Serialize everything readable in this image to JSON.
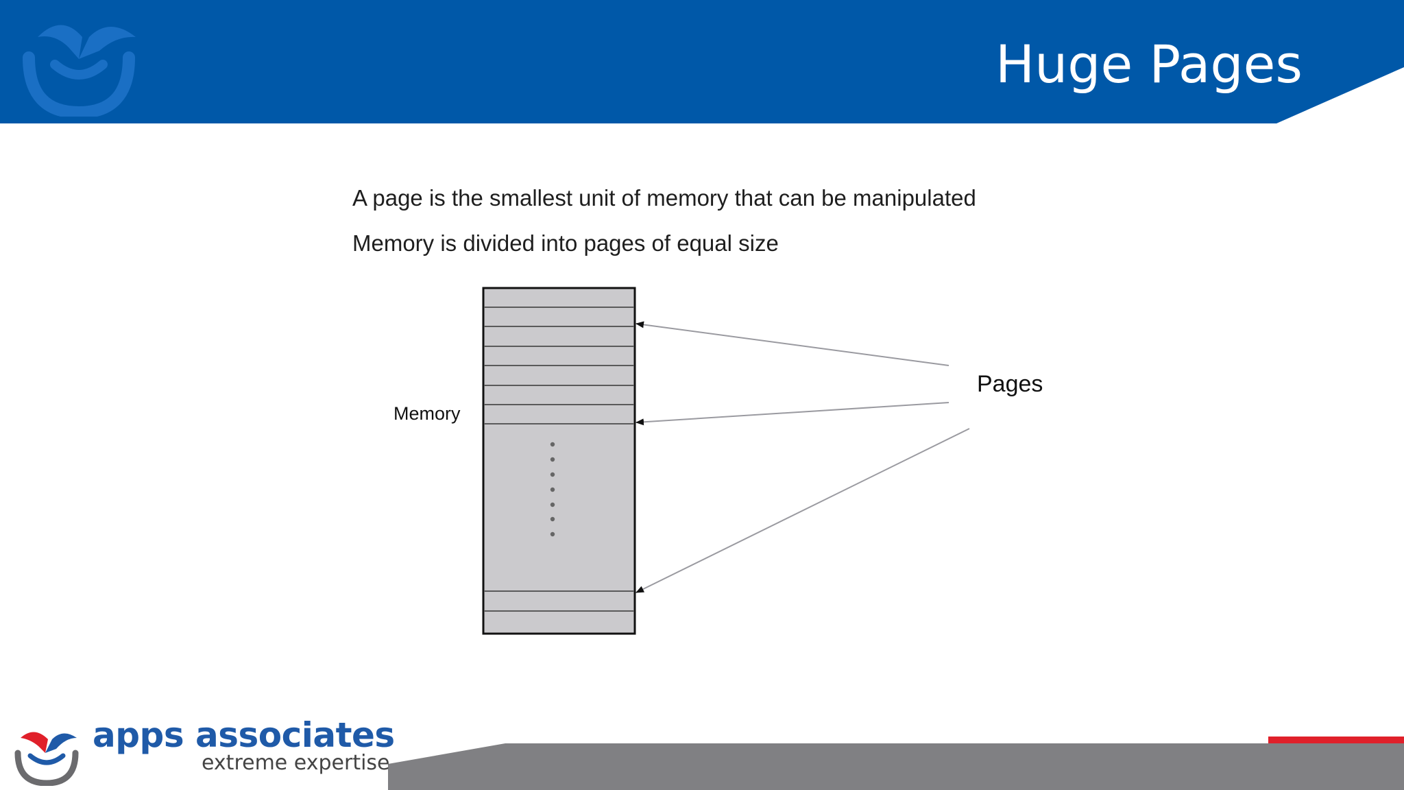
{
  "slide": {
    "title": "Huge Pages",
    "bullets": [
      "A page is the smallest unit of memory that can be manipulated",
      "Memory is divided into pages of equal size"
    ]
  },
  "diagram": {
    "memory_label": "Memory",
    "pages_label": "Pages"
  },
  "footer": {
    "brand_name": "apps associates",
    "tagline": "extreme expertise"
  },
  "colors": {
    "header_blue": "#0058a8",
    "footer_gray": "#808083",
    "accent_red": "#e0202a",
    "memory_fill": "#cbcacd",
    "brand_blue": "#1f5aa8"
  },
  "icons": {
    "header_logo": "apps-associates-emblem-icon",
    "footer_logo": "apps-associates-logo-icon"
  }
}
